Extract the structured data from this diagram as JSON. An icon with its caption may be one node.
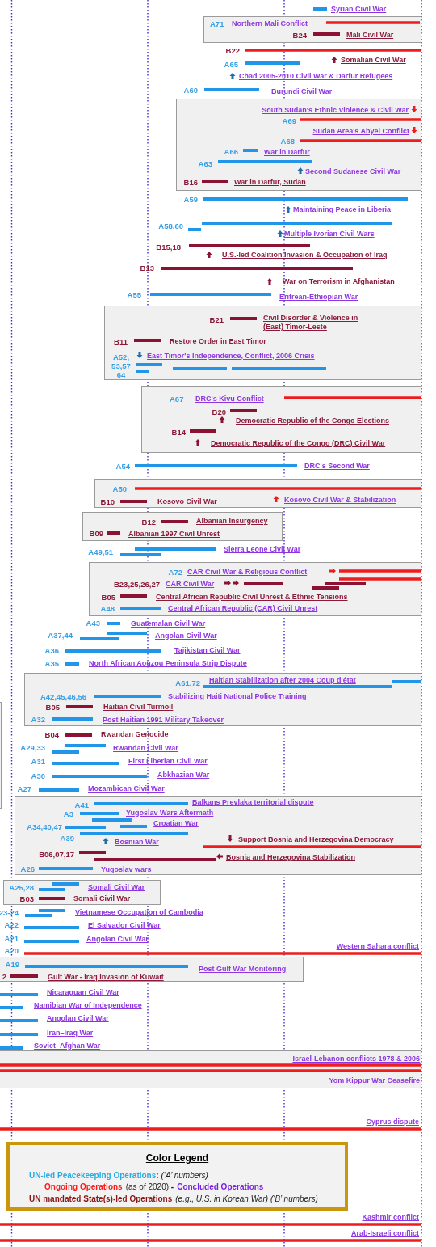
{
  "diagram": {
    "nodes": [
      {
        "text": [
          "A71",
          "Northern Mali Conflict",
          "B24",
          "Mali Civil War"
        ]
      },
      {
        "text": [
          "South Sudan's Ethnic Violence & Civil War",
          "A69",
          "Sudan Area's Abyei Conflict",
          "A68",
          "A66",
          "War in Darfur",
          "A63",
          "Second Sudanese Civil War",
          "B16",
          "War in Darfur, Sudan"
        ]
      },
      {
        "text": [
          "B21",
          "Civil Disorder & Violence in (East) Timor-Leste",
          "B11",
          "Restore Order in East Timor",
          "A52, 53,57 64",
          "East Timor's Independence, Conflict, 2006 Crisis"
        ]
      },
      {
        "text": [
          "A67",
          "DRC's Kivu Conflict",
          "B20",
          "Democratic Republic of the Congo Elections",
          "B14",
          "Democratic Republic of the Congo (DRC) Civil War"
        ]
      },
      {
        "text": [
          "A50",
          "B10",
          "Kosovo Civil War",
          "Kosovo Civil War & Stabilization"
        ]
      },
      {
        "text": [
          "B12",
          "Albanian Insurgency",
          "B09",
          "Albanian 1997 Civil Unrest"
        ]
      },
      {
        "text": [
          "A72",
          "CAR Civil War & Religious Conflict",
          "B23,25,26,27",
          "CAR Civil War",
          "B05",
          "Central African Republic Civil Unrest & Ethnic Tensions",
          "A48",
          "Central African Republic (CAR) Civil Unrest"
        ]
      },
      {
        "text": [
          "A61,72",
          "Haitian Stabilization after 2004 Coup d'état",
          "A42,45,46,56",
          "Stabilizing Haiti National Police Training",
          "B05",
          "Haitian Civil Turmoil",
          "A32",
          "Post Haitian 1991 Military Takeover"
        ]
      },
      {
        "text": [],
        "shape": "box"
      },
      {
        "text": [
          "A41",
          "Balkans Prevlaka territorial dispute",
          "A3",
          "Yugoslav Wars Aftermath",
          "A34,40,47",
          "Croatian War",
          "A39",
          "Bosnian War",
          "Support Bosnia and Herzegovina Democracy",
          "B06,07,17",
          "Bosnia and Herzegovina Stabilization",
          "A26",
          "Yugoslav wars"
        ]
      },
      {
        "text": [
          "A25,28",
          "Somali Civil War",
          "B03",
          "Somali Civil War"
        ]
      },
      {
        "text": [
          "A19",
          "Post Gulf War Monitoring",
          "2",
          "Gulf War - Iraq Invasion of Kuwait"
        ]
      },
      {
        "text": [
          "Israel-Lebanon conflicts 1978 & 2006",
          "Yom Kippur War Ceasefire"
        ]
      },
      {
        "text": [
          "Color Legend",
          "**:** *(‘A’ numbers)*",
          "(as of 2020) **-**",
          "(e.g., U.S. in Korean War) (‘B’ numbers)"
        ]
      }
    ],
    "labels": [
      "Syrian Civil War",
      "B22",
      "Somalian Civil War",
      "A65",
      "Chad 2005-2010 Civil War & Darfur Refugees",
      "A60",
      "Burundi Civil War",
      "A59",
      "Maintaining Peace in Liberia",
      "A58,60",
      "Multiple Ivorian Civil Wars",
      "B15,18",
      "U.S.-led Coalition Invasion & Occupation of Iraq",
      "B13",
      "War on Terrorism in Afghanistan",
      "A55",
      "Eritrean-Ethiopian War",
      "A54",
      "DRC's Second War",
      "A49,51",
      "Sierra Leone Civil War",
      "A43",
      "Guatemalan Civil War",
      "A37,44",
      "Angolan Civil War",
      "A36",
      "Tajikistan Civil War",
      "A35",
      "North African Aouzou Peninsula Strip Dispute",
      "B04",
      "Rwandan Genocide",
      "A29,33",
      "Rwandan Civil War",
      "A31",
      "First Liberian Civil War",
      "A30",
      "Abkhazian War",
      "A27",
      "Mozambican Civil War",
      "23-24",
      "Vietnamese Occupation of Cambodia",
      "A22",
      "El Salvador Civil War",
      "A21",
      "Angolan Civil War",
      "Western Sahara conflict",
      "A20",
      "Nicaraguan Civil War",
      "Namibian War of Independence",
      "Angolan Civil War",
      "Iran–Iraq War",
      "Soviet–Afghan War",
      "Cyprus dispute",
      "Kashmir conflict",
      "Arab-Israeli conflict"
    ],
    "legend": [
      {
        "text": "UN-led Peacekeeping Operations",
        "color": "#29abe2"
      },
      {
        "text": "Ongoing Operations",
        "color": "#ff1a1a"
      },
      {
        "text": "Concluded Operations",
        "color": "#7b1fe0"
      },
      {
        "text": "UN mandated State(s)-led Operations",
        "color": "#8b1515"
      }
    ]
  }
}
